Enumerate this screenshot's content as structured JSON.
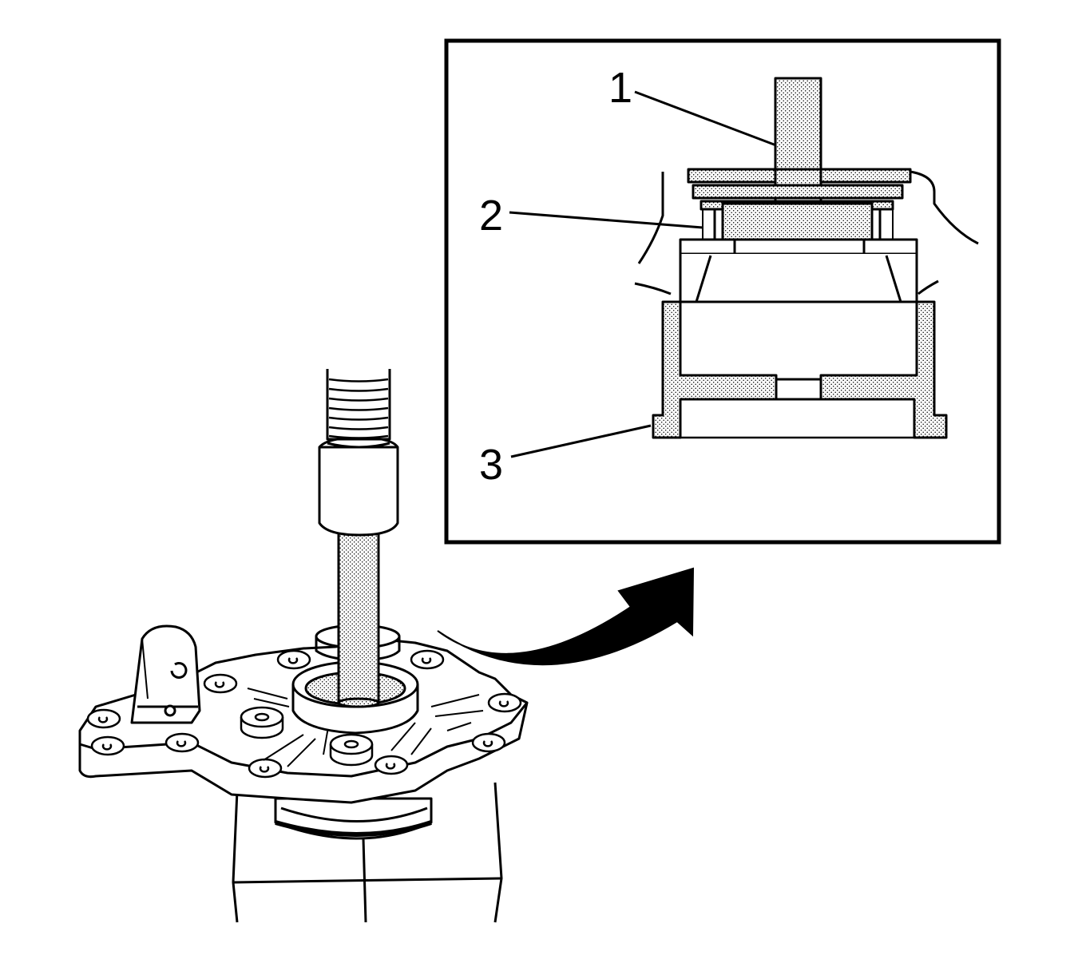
{
  "colors": {
    "line": "#000000",
    "fill": "#ffffff",
    "stipple": "#000000"
  },
  "callouts": [
    {
      "number": "1",
      "label": "1"
    },
    {
      "number": "2",
      "label": "2"
    },
    {
      "number": "3",
      "label": "3"
    }
  ]
}
